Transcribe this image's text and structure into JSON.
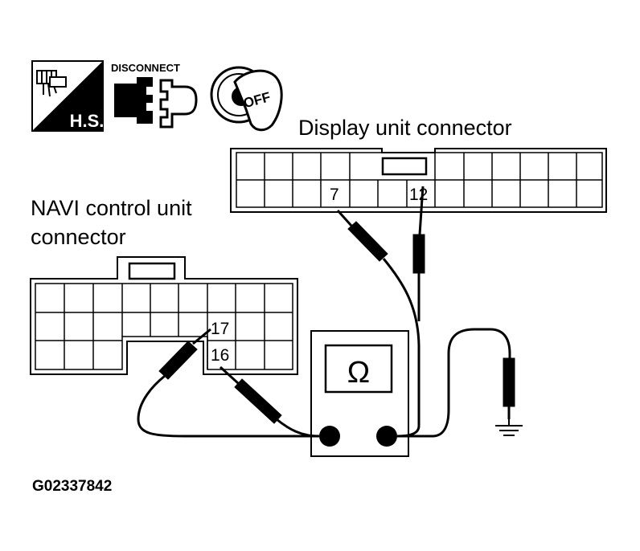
{
  "icons": {
    "harness_label": "H.S.",
    "disconnect_label": "DISCONNECT",
    "ignition_label": "OFF"
  },
  "display_connector": {
    "title": "Display unit connector",
    "pin_a": "7",
    "pin_b": "12"
  },
  "navi_connector": {
    "title_line1": "NAVI control unit",
    "title_line2": "connector",
    "pin_a": "17",
    "pin_b": "16"
  },
  "meter": {
    "symbol": "Ω"
  },
  "figure_code": "G02337842"
}
